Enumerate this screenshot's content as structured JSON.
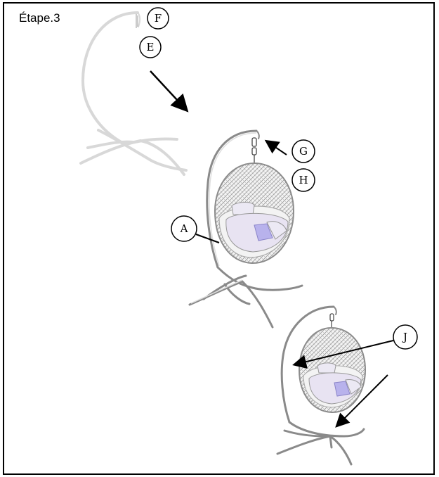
{
  "step_title": "Étape.3",
  "callouts": {
    "F": "F",
    "E": "E",
    "G": "G",
    "H": "H",
    "A": "A",
    "J": "J"
  },
  "colors": {
    "line": "#000000",
    "stand": "#c8c8c8",
    "stand_faded": "#dcdcdc",
    "cushion": "#e6e0f0",
    "cushion_accent": "#b9b3ea"
  }
}
